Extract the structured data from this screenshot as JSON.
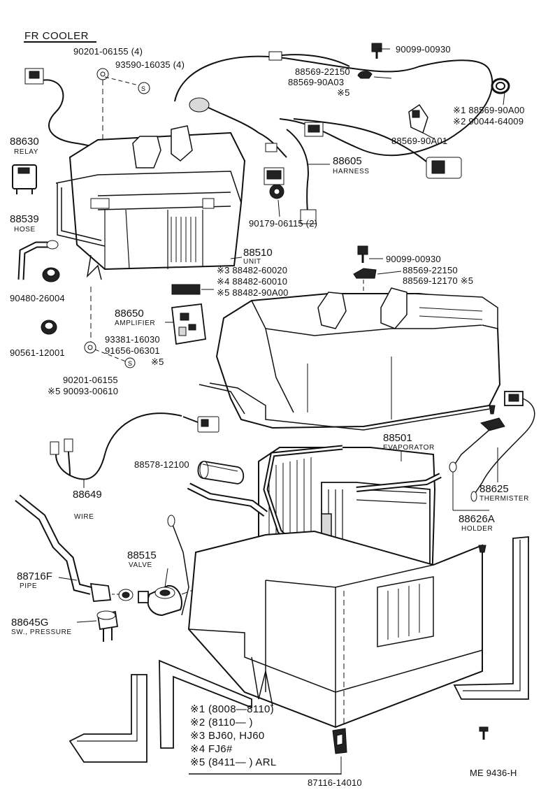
{
  "diagram": {
    "title": "FR COOLER",
    "code": "ME 9436-H",
    "labels": {
      "nut_90201_a": "90201-06155 (4)",
      "screw_93590": "93590-16035 (4)",
      "bolt_90099_a": "90099-00930",
      "clamp_88569_22150_a": "88569-22150",
      "clamp_88569_90a03": "88569-90A03",
      "clamp_note5_a": "※5",
      "clip_90a00": "※1 88569-90A00",
      "clip_90044": "※2 90044-64009",
      "clamp_90a01": "88569-90A01",
      "relay_num": "88630",
      "relay_name": "RELAY",
      "harness_num": "88605",
      "harness_name": "HARNESS",
      "hose_num": "88539",
      "hose_name": "HOSE",
      "grommet_90179": "90179-06115 (2)",
      "unit_num": "88510",
      "unit_name": "UNIT",
      "amp_a": "※3 88482-60020",
      "amp_b": "※4 88482-60010",
      "amp_c": "※5 88482-90A00",
      "grommet_90480": "90480-26004",
      "amplifier_num": "88650",
      "amplifier_name": "AMPLIFIER",
      "bolt_90099_b": "90099-00930",
      "clamp_88569_22150_b": "88569-22150",
      "clamp_12170": "88569-12170 ※5",
      "grommet_90561": "90561-12001",
      "screw_93381": "93381-16030",
      "screw_91656": "91656-06301",
      "screw_note5": "※5",
      "nut_90201_b": "90201-06155",
      "nut_90093": "※5 90093-00610",
      "evaporator_num": "88501",
      "evaporator_name": "EVAPORATOR",
      "pipe_88578": "88578-12100",
      "wire_num": "88649",
      "wire_name": "WIRE",
      "thermister_num": "88625",
      "thermister_name": "THERMISTER",
      "holder_num": "88626A",
      "holder_name": "HOLDER",
      "valve_num": "88515",
      "valve_name": "VALVE",
      "pipe_num": "88716F",
      "pipe_name": "PIPE",
      "switch_num": "88645G",
      "switch_name": "SW., PRESSURE",
      "bracket_87116": "87116-14010"
    },
    "notes": [
      "※1 (8008—8110)",
      "※2 (8110—      )",
      "※3 BJ60, HJ60",
      "※4 FJ6#",
      "※5 (8411—       ) ARL"
    ]
  }
}
